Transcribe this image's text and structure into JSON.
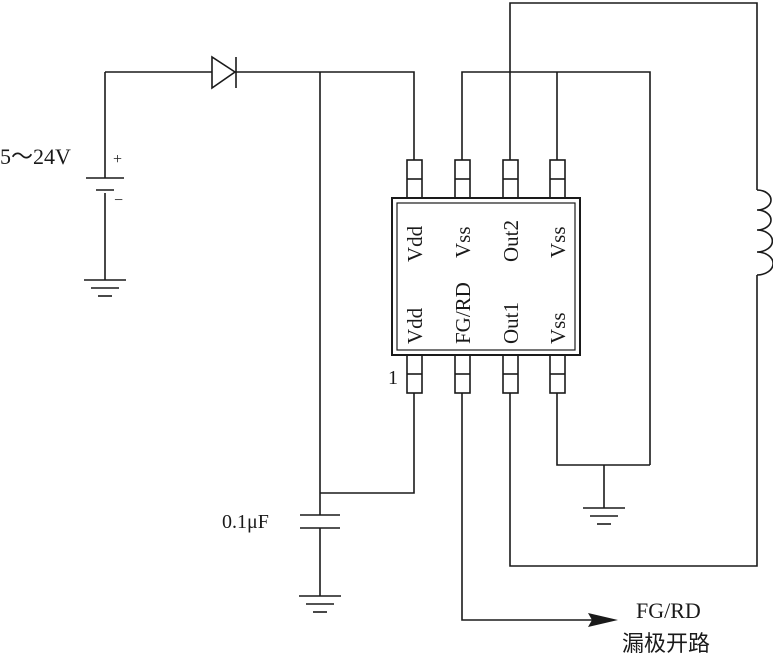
{
  "supply": {
    "voltage": "5～24V",
    "plus": "+",
    "minus": "−"
  },
  "capacitor": {
    "value": "0.1μF"
  },
  "ic": {
    "pin1_marker": "1",
    "top_pins": [
      "Vdd",
      "Vss",
      "Out2",
      "Vss"
    ],
    "bottom_pins": [
      "Vdd",
      "FG/RD",
      "Out1",
      "Vss"
    ]
  },
  "output": {
    "signal": "FG/RD",
    "type": "漏极开路"
  }
}
